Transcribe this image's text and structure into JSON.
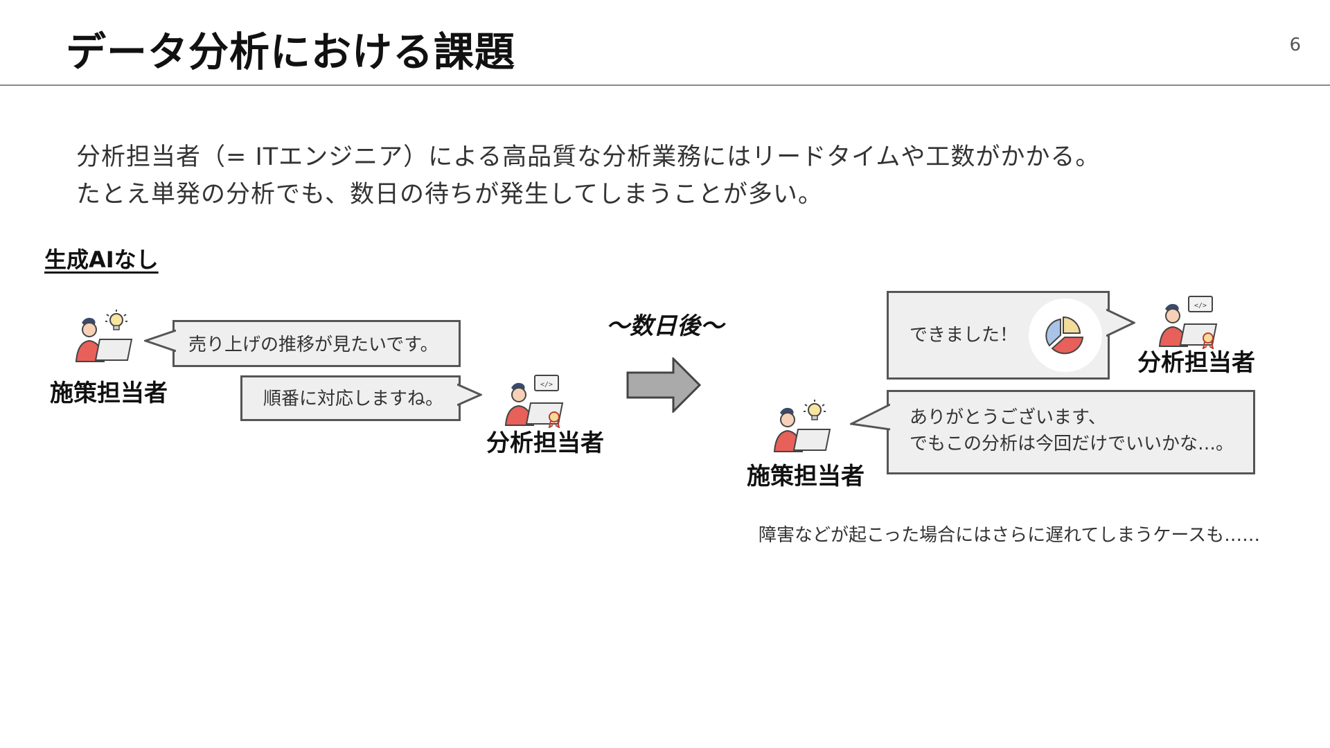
{
  "slide": {
    "title": "データ分析における課題",
    "page_number": "6"
  },
  "intro": {
    "line1": "分析担当者（= ITエンジニア）による高品質な分析業務にはリードタイムや工数がかかる。",
    "line2": "たとえ単発の分析でも、数日の待ちが発生してしまうことが多い。"
  },
  "section_label": "生成AIなし",
  "before": {
    "requester_name": "施策担当者",
    "request_text": "売り上げの推移が見たいです。",
    "reply_text": "順番に対応しますね。",
    "analyst_name": "分析担当者"
  },
  "transition": {
    "label": "〜数日後〜",
    "arrow_icon": "right-arrow-icon"
  },
  "after": {
    "done_text": "できました！",
    "chart_icon": "pie-chart-icon",
    "analyst_name": "分析担当者",
    "thanks_line1": "ありがとうございます、",
    "thanks_line2": "でもこの分析は今回だけでいいかな…。",
    "requester_name": "施策担当者"
  },
  "note": "障害などが起こった場合にはさらに遅れてしまうケースも……",
  "colors": {
    "bubble_fill": "#efefef",
    "bubble_border": "#555555",
    "arrow_fill": "#aaaaaa",
    "person_shirt": "#e8605a",
    "person_hair": "#3a4a6b",
    "pie_blue": "#a9c4e6",
    "pie_yellow": "#f3dc9a",
    "pie_red": "#e8605a"
  }
}
